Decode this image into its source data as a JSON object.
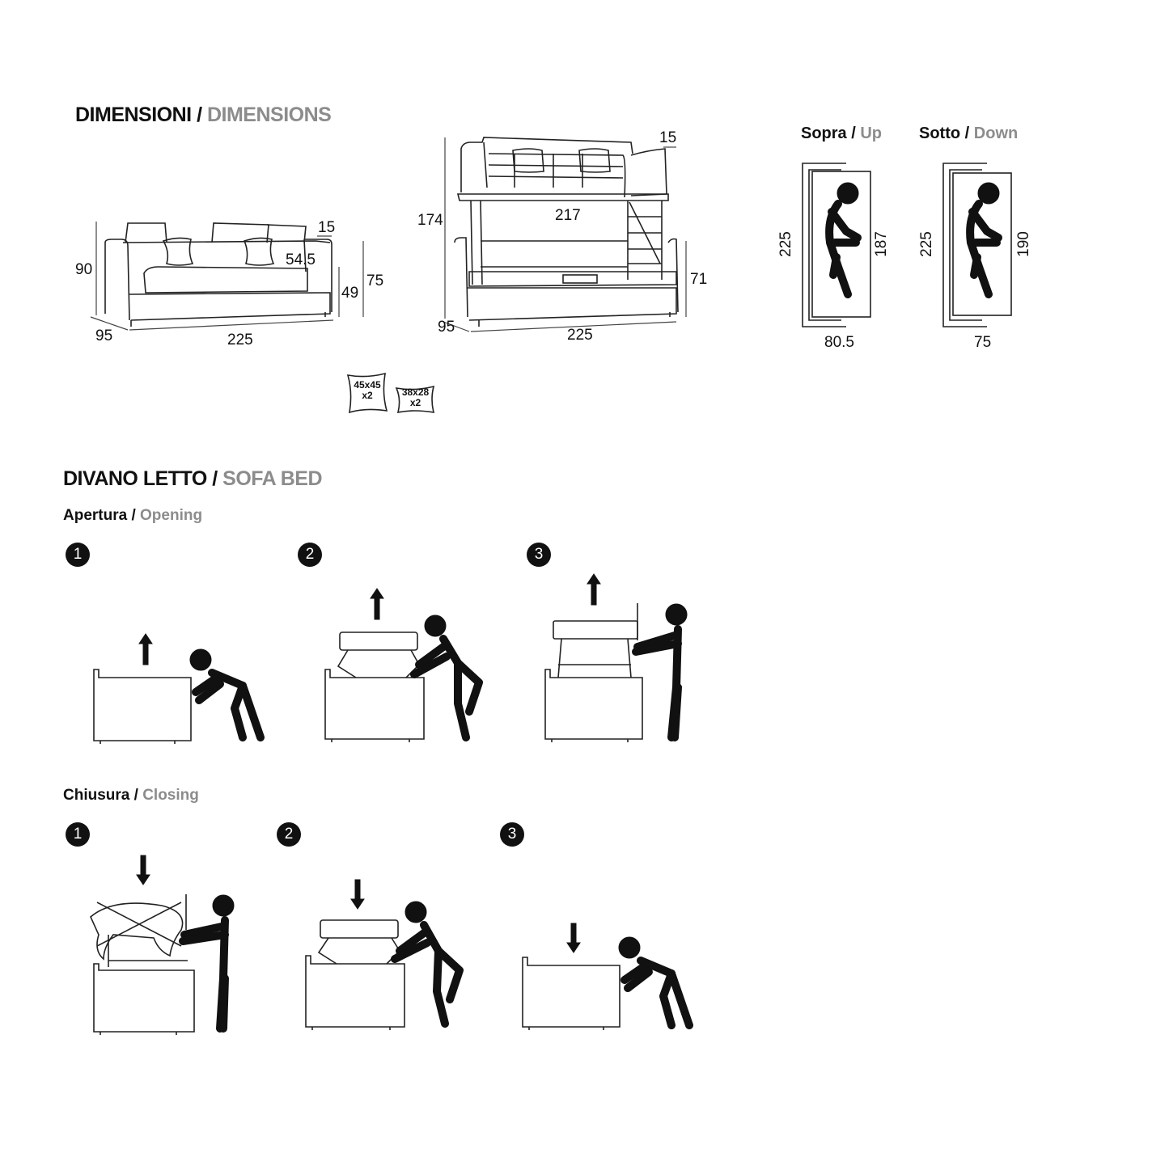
{
  "dimensions": {
    "title_it": "DIMENSIONI /",
    "title_en": "DIMENSIONS",
    "sofa": {
      "height": "90",
      "depth": "95",
      "width": "225",
      "seat_depth": "54.5",
      "seat_height": "49",
      "arm_height": "75",
      "arm_width": "15"
    },
    "bunk": {
      "height": "174",
      "depth": "95",
      "width": "225",
      "inner_width": "217",
      "lower_height": "71",
      "rail": "15"
    },
    "cushions": [
      {
        "size": "45x45",
        "qty": "x2"
      },
      {
        "size": "38x28",
        "qty": "x2"
      }
    ],
    "beds": [
      {
        "label_it": "Sopra /",
        "label_en": "Up",
        "length": "225",
        "mattress_length": "187",
        "width": "80.5"
      },
      {
        "label_it": "Sotto /",
        "label_en": "Down",
        "length": "225",
        "mattress_length": "190",
        "width": "75"
      }
    ]
  },
  "sofabed": {
    "title_it": "DIVANO LETTO /",
    "title_en": "SOFA BED",
    "opening": {
      "label_it": "Apertura /",
      "label_en": "Opening",
      "steps": [
        "1",
        "2",
        "3"
      ]
    },
    "closing": {
      "label_it": "Chiusura /",
      "label_en": "Closing",
      "steps": [
        "1",
        "2",
        "3"
      ]
    }
  }
}
